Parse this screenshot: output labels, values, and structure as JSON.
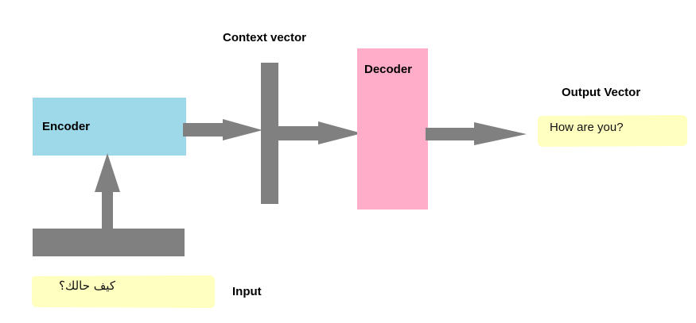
{
  "labels": {
    "encoder": "Encoder",
    "context_vector": "Context vector",
    "decoder": "Decoder",
    "output_vector": "Output Vector",
    "input": "Input"
  },
  "text_boxes": {
    "input_text": "كيف حالك؟",
    "output_text": "How are you?"
  },
  "colors": {
    "encoder_fill": "#9dd9e9",
    "decoder_fill": "#ffadc9",
    "bar_gray": "#808080",
    "highlight_yellow": "#ffffc0"
  }
}
